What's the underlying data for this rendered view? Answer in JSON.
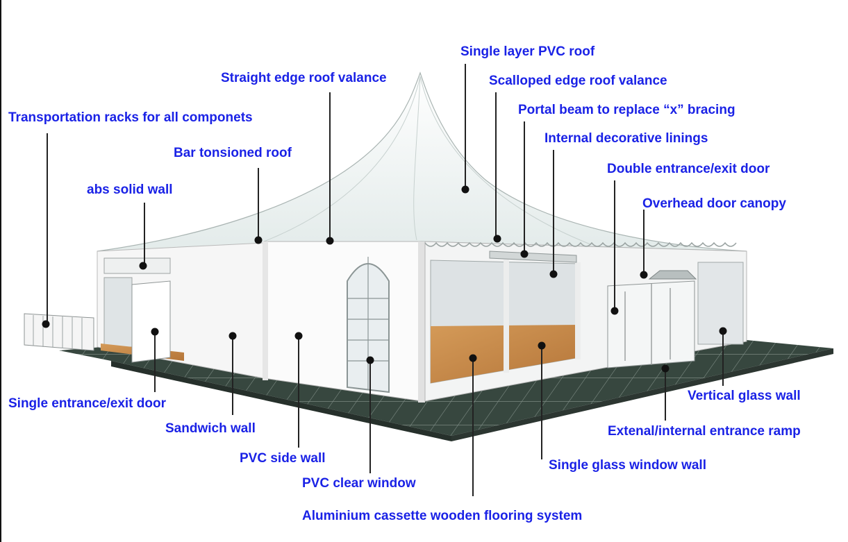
{
  "colors": {
    "label": "#1a22e6",
    "leader": "#222222",
    "roof": "#eef3f2",
    "floor_tile": "#37473f",
    "wood_floor": "#c88a4a",
    "glass": "#dde2e4",
    "wall": "#f7f7f7"
  },
  "labels": {
    "single_layer_pvc_roof": "Single layer PVC roof",
    "straight_edge_roof_valance": "Straight edge roof valance",
    "scalloped_edge_roof_valance": "Scalloped edge roof valance",
    "transportation_racks": "Transportation racks for all componets",
    "portal_beam": "Portal beam to replace “x” bracing",
    "internal_decorative_linings": "Internal decorative linings",
    "bar_tensioned_roof": "Bar tonsioned roof",
    "double_entrance_exit_door": "Double entrance/exit door",
    "abs_solid_wall": "abs solid wall",
    "overhead_door_canopy": "Overhead door canopy",
    "single_entrance_exit_door": "Single entrance/exit door",
    "vertical_glass_wall": "Vertical glass wall",
    "sandwich_wall": "Sandwich wall",
    "entrance_ramp": "Extenal/internal entrance ramp",
    "pvc_side_wall": "PVC side wall",
    "single_glass_window_wall": "Single glass window wall",
    "pvc_clear_window": "PVC clear window",
    "aluminium_flooring": "Aluminium cassette wooden flooring system"
  }
}
